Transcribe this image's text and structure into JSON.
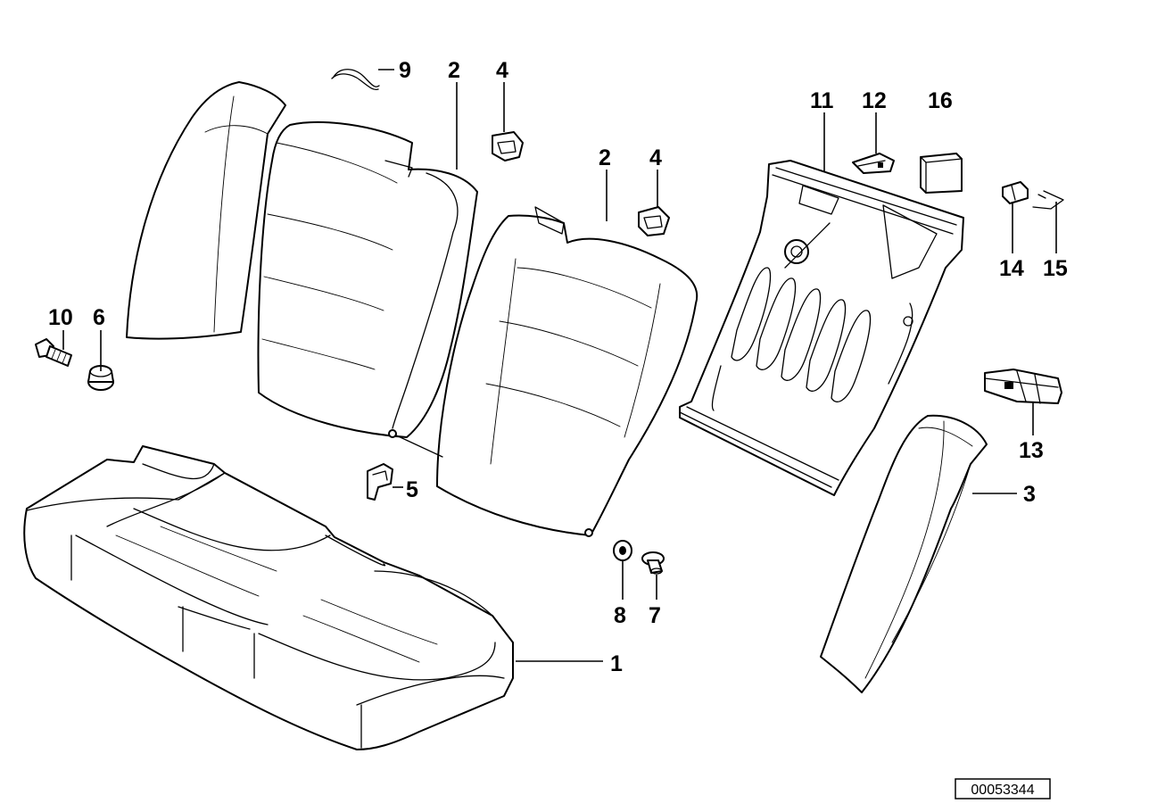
{
  "callouts": {
    "c1": "1",
    "c2a": "2",
    "c2b": "2",
    "c3": "3",
    "c4a": "4",
    "c4b": "4",
    "c5": "5",
    "c6": "6",
    "c7": "7",
    "c8": "8",
    "c9": "9",
    "c10": "10",
    "c11": "11",
    "c12": "12",
    "c13": "13",
    "c14": "14",
    "c15": "15",
    "c16": "16"
  },
  "reference_number": "00053344",
  "colors": {
    "line": "#000000",
    "background": "#ffffff"
  }
}
